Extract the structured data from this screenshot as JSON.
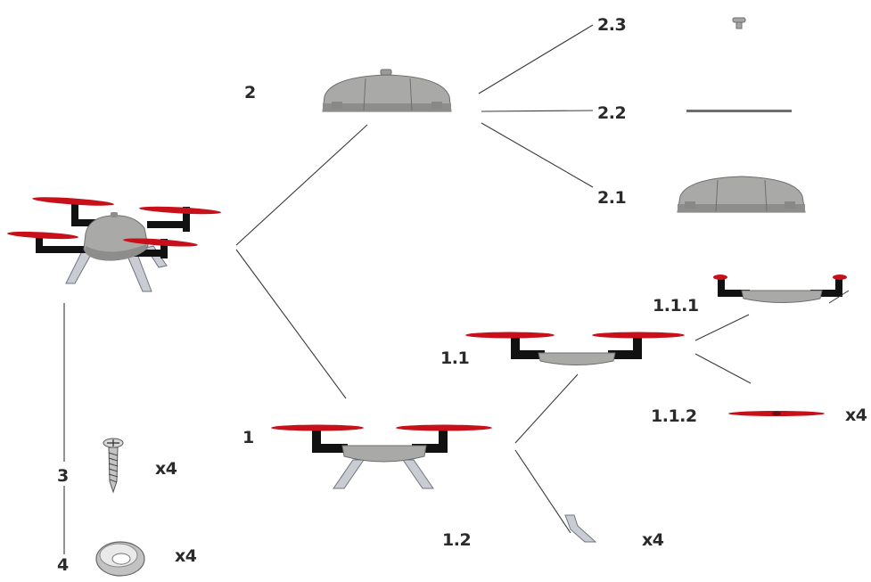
{
  "diagram": {
    "labels": {
      "drone": "",
      "n2": "2",
      "n2_3": "2.3",
      "n2_2": "2.2",
      "n2_1": "2.1",
      "n1": "1",
      "n1_1": "1.1",
      "n1_1_1": "1.1.1",
      "n1_1_2": "1.1.2",
      "n1_2": "1.2",
      "n3": "3",
      "n4": "4"
    },
    "quantities": {
      "screw": "x4",
      "washer": "x4",
      "propeller": "x4",
      "leg": "x4"
    },
    "colors": {
      "propeller": "#c8101a",
      "arm": "#111111",
      "shell": "#a9aaa8",
      "leg": "#c9ccd3",
      "line": "#3a3a3a"
    }
  }
}
